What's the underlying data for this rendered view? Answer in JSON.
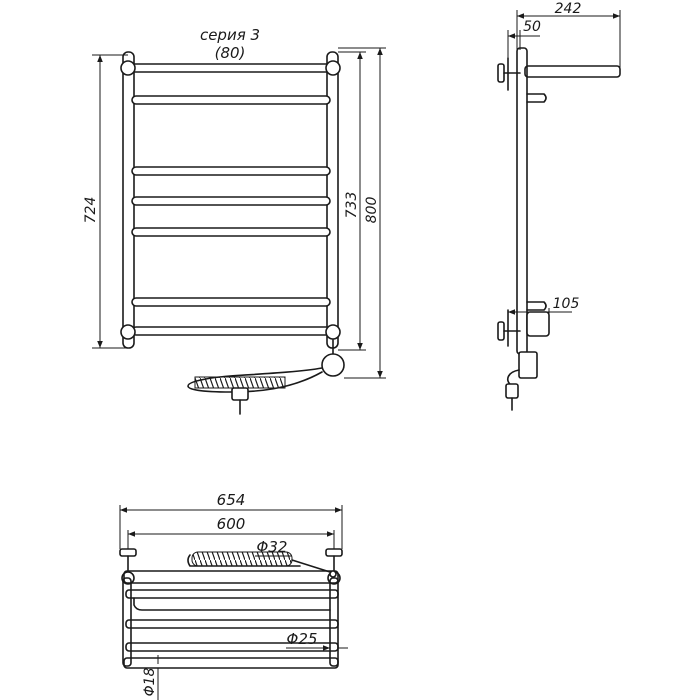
{
  "front_view": {
    "series_label": "серия 3",
    "series_sub": "(80)",
    "dim_left": "724",
    "dim_right_inner": "733",
    "dim_right_outer": "800"
  },
  "side_view": {
    "dim_depth": "242",
    "dim_wall": "50",
    "dim_heater": "105"
  },
  "top_view": {
    "dim_overall": "654",
    "dim_centers": "600",
    "dim_heater_diameter": "Φ32",
    "dim_rail_diameter": "Φ25",
    "dim_bar_diameter": "Φ18"
  }
}
